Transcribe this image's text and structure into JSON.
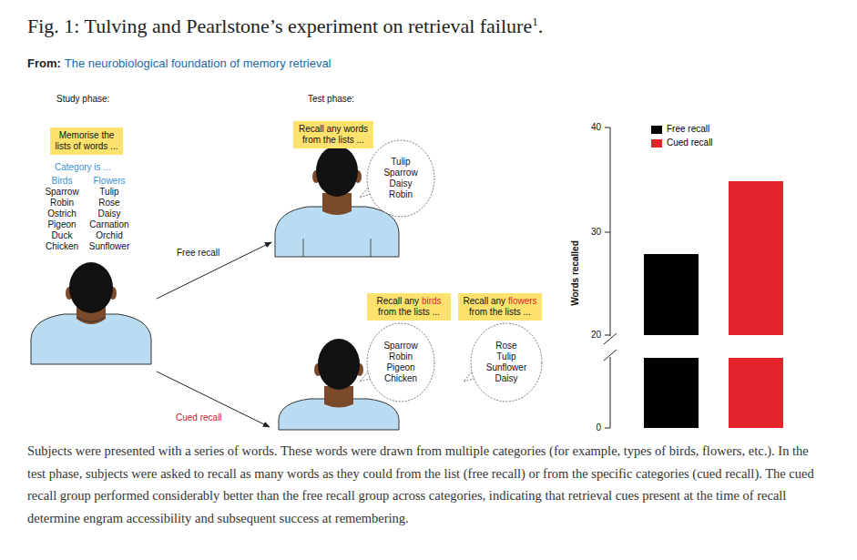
{
  "diagram": {
    "title": "Fig. 1: Tulving and Pearlstone’s experiment on retrieval failure",
    "caption": "Subjects were presented with a series of words. These words were drawn from multiple categories (for example, types of birds, flowers, etc.). In the test phase, subjects were asked to recall as many words as they could from the list (free recall) or from the specific categories (cued recall). The cued recall group performed considerably better than the free recall group across categories, indicating that retrieval cues present at the time of recall determine engram accessibility and subsequent success at remembering.",
    "nodes": [
      {
        "text": [
          "Memorise the lists of words ..."
        ]
      },
      {
        "text": [
          "Recall any words from the lists ..."
        ]
      },
      {
        "text": [
          "Tulip Sparrow Daisy Robin"
        ]
      },
      {
        "text": [
          "Recall any",
          "birds",
          "from the lists ..."
        ]
      },
      {
        "text": [
          "Recall any",
          "flowers",
          "from the lists ..."
        ]
      },
      {
        "text": [
          "Sparrow Robin Pigeon Chicken"
        ]
      },
      {
        "text": [
          "Rose Tulip Sunflower Daisy"
        ]
      }
    ],
    "labels": [
      "1",
      ".",
      "From:",
      "The neurobiological foundation of memory retrieval",
      "Study phase:",
      "Test phase:",
      "Category is ...",
      "Birds",
      "Flowers",
      "Sparrow Robin Ostrich Pigeon Duck Chicken",
      "Tulip Rose Daisy Carnation Orchid Sunflower",
      "Free recall",
      "Cued recall",
      "40",
      "30",
      "20",
      "0",
      "Words recalled"
    ],
    "legend": [
      {
        "text": "Free recall",
        "color": "#000000"
      },
      {
        "text": "Cued recall",
        "color": "#e3242b"
      }
    ]
  }
}
